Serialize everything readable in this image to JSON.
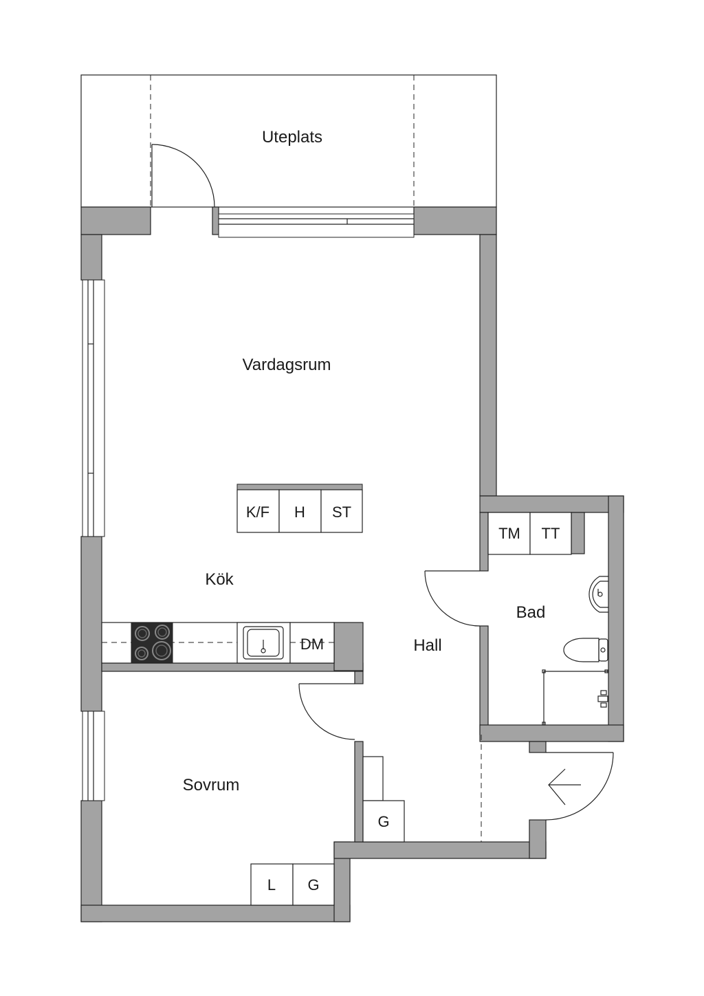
{
  "rooms": {
    "uteplats": "Uteplats",
    "vardagsrum": "Vardagsrum",
    "kok": "Kök",
    "hall": "Hall",
    "bad": "Bad",
    "sovrum": "Sovrum"
  },
  "fixtures": {
    "fridge_freezer": "K/F",
    "cabinet_h": "H",
    "cabinet_st": "ST",
    "dishwasher": "DM",
    "washing_machine": "TM",
    "dryer": "TT",
    "hall_wardrobe": "G",
    "bedroom_linen": "L",
    "bedroom_wardrobe": "G"
  },
  "colors": {
    "wall": "#a3a3a3",
    "line": "#222222",
    "stove": "#2b2b2b"
  }
}
